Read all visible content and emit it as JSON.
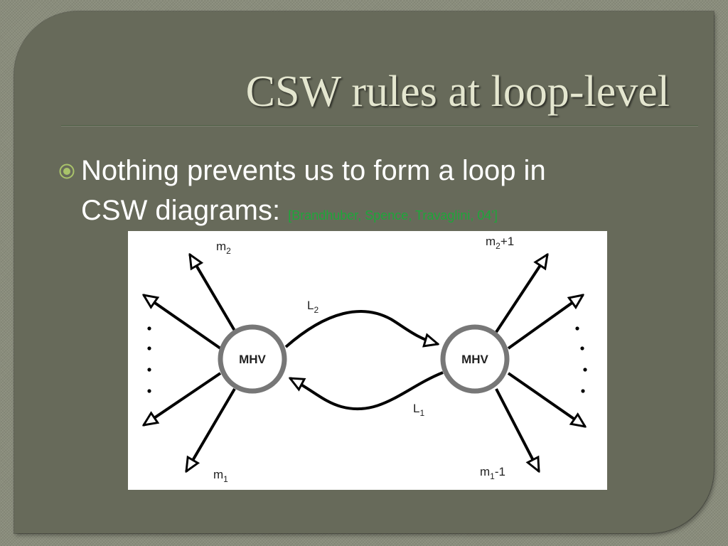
{
  "slide": {
    "title": "CSW rules at loop-level",
    "bullet": {
      "line1": "Nothing prevents us to form a loop in",
      "line2": "CSW diagrams:",
      "citation": "[Brandhuber, Spence, Travaglini, 04']"
    }
  },
  "diagram": {
    "left_node": "MHV",
    "right_node": "MHV",
    "loop_top": {
      "base": "L",
      "sub": "2"
    },
    "loop_bottom": {
      "base": "L",
      "sub": "1"
    },
    "left_top": {
      "base": "m",
      "sub": "2",
      "suffix": ""
    },
    "left_bottom": {
      "base": "m",
      "sub": "1",
      "suffix": ""
    },
    "right_top": {
      "base": "m",
      "sub": "2",
      "suffix": "+1"
    },
    "right_bottom": {
      "base": "m",
      "sub": "1",
      "suffix": "-1"
    }
  },
  "colors": {
    "background": "#676a5a",
    "title": "#e4e6cf",
    "text": "#ffffff",
    "citation": "#1ea63a",
    "bullet_icon": "#a9c36a"
  },
  "icons": {
    "bullet": "circled-dot-icon"
  }
}
